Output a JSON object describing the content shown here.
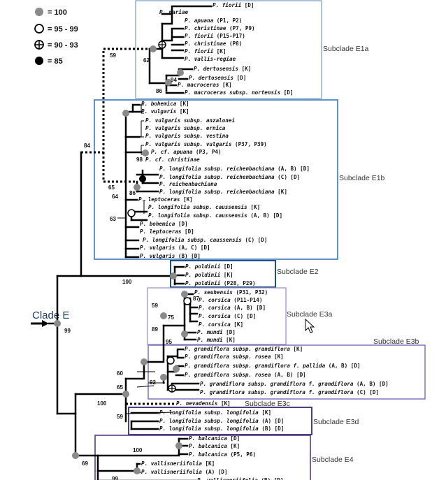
{
  "legend": {
    "items": [
      {
        "label": "= 100",
        "symbol": "grey-dot"
      },
      {
        "label": "= 95 - 99",
        "symbol": "open-circle"
      },
      {
        "label": "= 90 - 93",
        "symbol": "crossed-circle"
      },
      {
        "label": "= 85",
        "symbol": "black-dot"
      }
    ]
  },
  "clade_label": "Clade E",
  "colors": {
    "grey_node": "#8a8a8a",
    "e1a_box": "#8aa9c8",
    "e1b_box": "#3a7ab8",
    "e2_box": "#1f4f8a",
    "e3a_box": "#9a8ac6",
    "e3b_box": "#7a68b8",
    "e3d_box": "#3a2a70",
    "e4_box": "#5a3a88"
  },
  "subclades": {
    "e1a": "Subclade E1a",
    "e1b": "Subclade E1b",
    "e2": "Subclade E2",
    "e3a": "Subclade E3a",
    "e3b": "Subclade E3b",
    "e3c": "Subclade E3c",
    "e3d": "Subclade E3d",
    "e4": "Subclade E4"
  },
  "support_values": {
    "s59a": "59",
    "s62": "62",
    "s94": "94",
    "s86a": "86",
    "s84": "84",
    "s98": "98",
    "s65a": "65",
    "s64": "64",
    "s86b": "86",
    "s63": "63",
    "s100a": "100",
    "s99": "99",
    "s87": "87",
    "s59b": "59",
    "s75": "75",
    "s89": "89",
    "s95": "95",
    "s60": "60",
    "s92": "92",
    "s65b": "65",
    "s100b": "100",
    "s59c": "59",
    "s100c": "100",
    "s69": "69",
    "s99b": "99"
  },
  "taxa": [
    {
      "sp": "P. fiorii",
      "info": "[D]"
    },
    {
      "sp": "P. mariae",
      "info": ""
    },
    {
      "sp": "P. apuana",
      "info": "(P1, P2)"
    },
    {
      "sp": "P. christinae",
      "info": "(P7, P9)"
    },
    {
      "sp": "P. fiorii",
      "info": "(P15-P17)"
    },
    {
      "sp": "P. christinae",
      "info": "(P8)"
    },
    {
      "sp": "P. fiorii",
      "info": "[K]"
    },
    {
      "sp": "P. vallis-regiae",
      "info": ""
    },
    {
      "sp": "P. dertosensis",
      "info": "[K]"
    },
    {
      "sp": "P. dertosensis",
      "info": "[D]"
    },
    {
      "sp": "P. macroceras",
      "info": "[K]"
    },
    {
      "sp": "P. macroceras subsp. nortensis",
      "info": "[D]"
    },
    {
      "sp": "P. bohemica",
      "info": "[K]"
    },
    {
      "sp": "P. vulgaris",
      "info": "[K]"
    },
    {
      "sp": "P. vulgaris subsp. anzalonei",
      "info": ""
    },
    {
      "sp": "P. vulgaris subsp. ernica",
      "info": ""
    },
    {
      "sp": "P. vulgaris subsp. vestina",
      "info": ""
    },
    {
      "sp": "P. vulgaris subsp. vulgaris",
      "info": "(P37, P39)"
    },
    {
      "sp": "P. cf. apuana",
      "info": "(P3, P4)"
    },
    {
      "sp": "P. cf. christinae",
      "info": ""
    },
    {
      "sp": "P. longifolia subsp. reichenbachiana",
      "info": "(A, B) [D]"
    },
    {
      "sp": "P. longifolia subsp. reichenbachiana",
      "info": "(C) [D]"
    },
    {
      "sp": "P. reichenbachiana",
      "info": ""
    },
    {
      "sp": "P. longifolia subsp. reichenbachiana",
      "info": "[K]"
    },
    {
      "sp": "P. leptoceras",
      "info": "[K]"
    },
    {
      "sp": "P. longifolia subsp. caussensis",
      "info": "[K]"
    },
    {
      "sp": "P. longifolia subsp. caussensis",
      "info": "(A, B) [D]"
    },
    {
      "sp": "P. bohemica",
      "info": "[D]"
    },
    {
      "sp": "P. leptoceras",
      "info": "[D]"
    },
    {
      "sp": "P. longifolia subsp. caussensis",
      "info": "(C) [D]"
    },
    {
      "sp": "P. vulgaris",
      "info": "(A, C) [D]"
    },
    {
      "sp": "P. vulgaris",
      "info": "(B) [D]"
    },
    {
      "sp": "P. poldinii",
      "info": "[D]"
    },
    {
      "sp": "P. poldinii",
      "info": "[K]"
    },
    {
      "sp": "P. poldinii",
      "info": "(P28, P29)"
    },
    {
      "sp": "P. seuhensis",
      "info": "(P31, P32)"
    },
    {
      "sp": "P. corsica",
      "info": "(P11-P14)"
    },
    {
      "sp": "P. corsica",
      "info": "(A, B) [D]"
    },
    {
      "sp": "P. corsica",
      "info": "(C) [D]"
    },
    {
      "sp": "P. corsica",
      "info": "[K]"
    },
    {
      "sp": "P. mundi",
      "info": "[D]"
    },
    {
      "sp": "P. mundi",
      "info": "[K]"
    },
    {
      "sp": "P. grandiflora subsp. grandiflora",
      "info": "[K]"
    },
    {
      "sp": "P. grandiflora subsp. rosea",
      "info": "[K]"
    },
    {
      "sp": "P. grandiflora subsp. grandiflora f. pallida",
      "info": "(A, B) [D]"
    },
    {
      "sp": "P. grandiflora subsp. rosea",
      "info": "(A, B) [D]"
    },
    {
      "sp": "P. grandiflora subsp. grandiflora f. grandiflora",
      "info": "(A, B) [D]"
    },
    {
      "sp": "P. grandiflora subsp. grandiflora f. grandiflora",
      "info": "(C) [D]"
    },
    {
      "sp": "P. nevadensis",
      "info": "[K]"
    },
    {
      "sp": "P. longifolia subsp. longifolia",
      "info": "[K]"
    },
    {
      "sp": "P. longifolia subsp. longifolia",
      "info": "(A) [D]"
    },
    {
      "sp": "P. longifolia subsp. longifolia",
      "info": "(B) [D]"
    },
    {
      "sp": "P. balcanica",
      "info": "[D]"
    },
    {
      "sp": "P. balcanica",
      "info": "[K]"
    },
    {
      "sp": "P. balcanica",
      "info": "(P5, P6)"
    },
    {
      "sp": "P. vallisneriifolia",
      "info": "[K]"
    },
    {
      "sp": "P. vallisneriifolia",
      "info": "(A) [D]"
    },
    {
      "sp": "P. vallisneriifolia",
      "info": "(B) [D]"
    }
  ]
}
